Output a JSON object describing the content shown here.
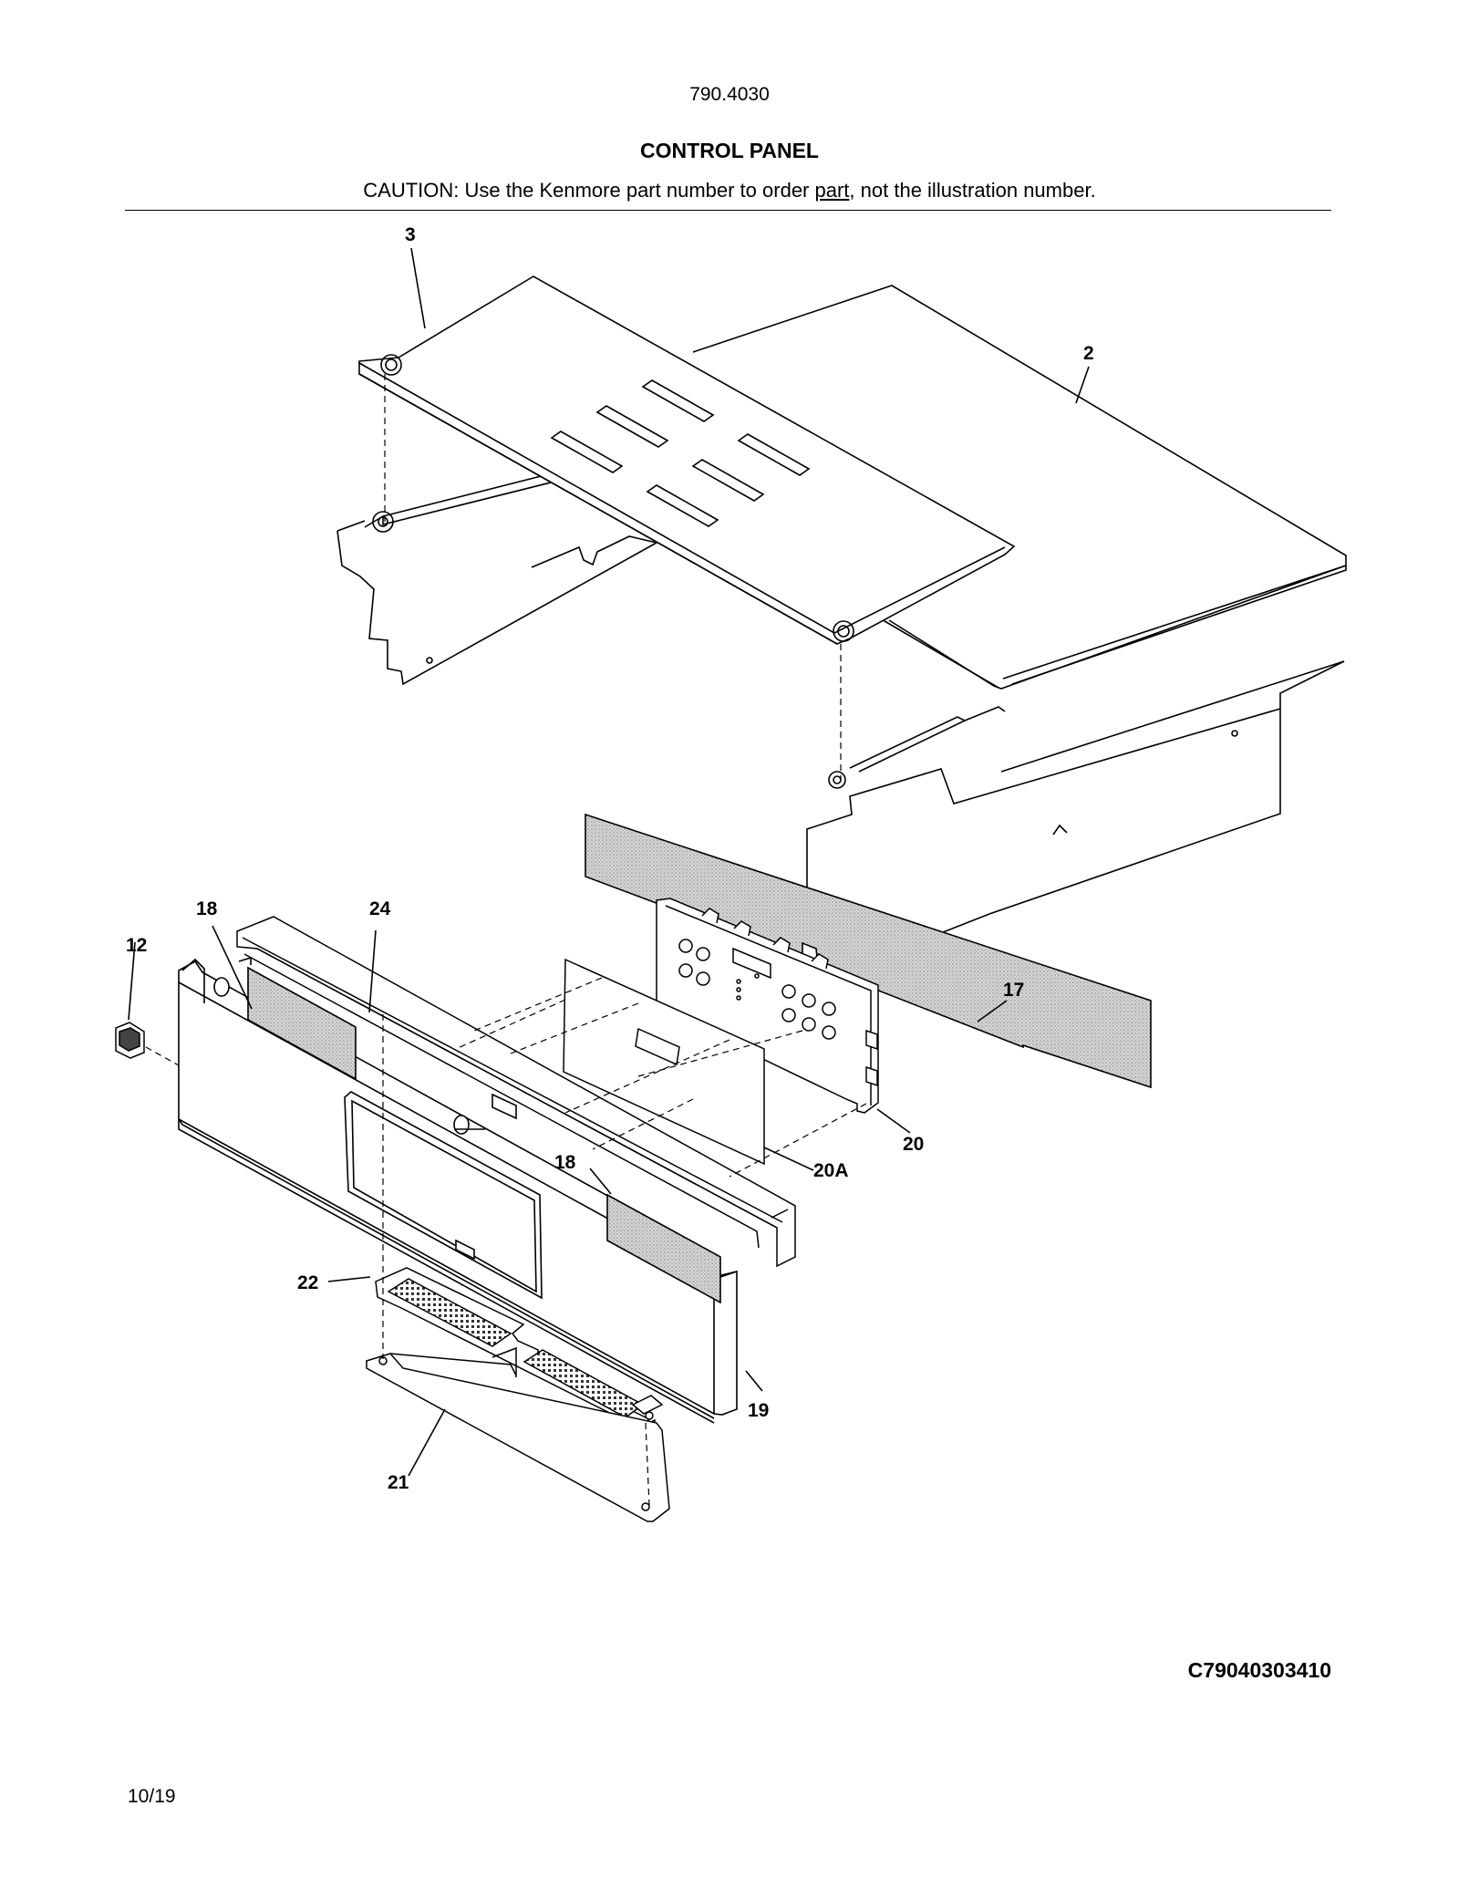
{
  "header": {
    "model_number": "790.4030",
    "title": "CONTROL PANEL",
    "caution_prefix": "CAUTION: Use the Kenmore part number to order ",
    "caution_underlined": "part",
    "caution_suffix": ", not the illustration number."
  },
  "callouts": {
    "c2": "2",
    "c3": "3",
    "c12": "12",
    "c17": "17",
    "c18a": "18",
    "c18b": "18",
    "c19": "19",
    "c20": "20",
    "c20a": "20A",
    "c21": "21",
    "c22": "22",
    "c24": "24"
  },
  "footer": {
    "diagram_code": "C79040303410",
    "date": "10/19"
  },
  "colors": {
    "line": "#000000",
    "insulation_fill": "#c8c8c8",
    "background": "#ffffff"
  }
}
